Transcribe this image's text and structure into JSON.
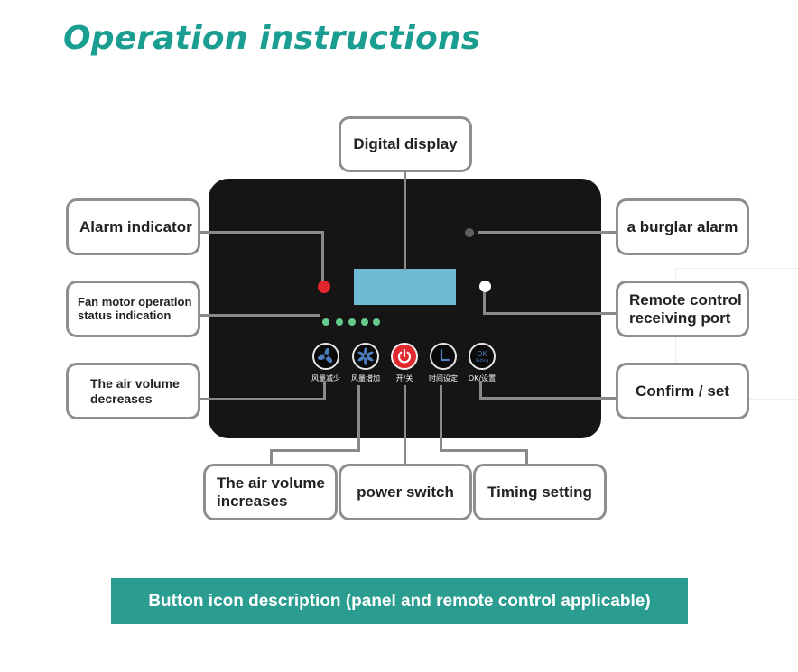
{
  "title": "Operation instructions",
  "callouts": {
    "digital_display": "Digital display",
    "alarm_indicator": "Alarm indicator",
    "fan_status_line1": "Fan motor operation",
    "fan_status_line2": "status indication",
    "air_decrease_line1": "The air volume",
    "air_decrease_line2": "decreases",
    "burglar_alarm": "a burglar alarm",
    "remote_line1": "Remote control",
    "remote_line2": "receiving port",
    "confirm_set": "Confirm / set",
    "air_increase_line1": "The air volume",
    "air_increase_line2": "increases",
    "power_switch": "power switch",
    "timing_setting": "Timing setting"
  },
  "panel_buttons": [
    {
      "label": "风量减少",
      "icon": "fan-icon"
    },
    {
      "label": "风量增加",
      "icon": "fan-icon"
    },
    {
      "label": "开/关",
      "icon": "power-icon"
    },
    {
      "label": "时间设定",
      "icon": "clock-icon"
    },
    {
      "label": "OK/设置",
      "icon": "ok-setting-icon",
      "text_main": "OK",
      "text_sub": "Setting"
    }
  ],
  "colors": {
    "title": "#1a9e91",
    "banner": "#2a9c90",
    "panel": "#151515",
    "display": "#6fb9d3",
    "alarm_led": "#e3262d",
    "fan_leds": "#66c98d",
    "power_button": "#e02a2f",
    "icon_blue": "#4e7ec0"
  },
  "banner": "Button icon description (panel and remote control applicable)"
}
